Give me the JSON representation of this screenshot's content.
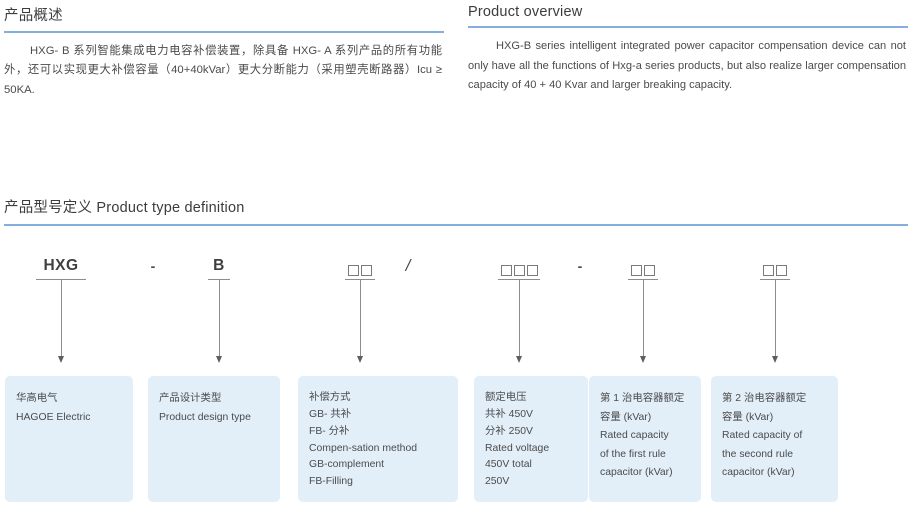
{
  "overview": {
    "left": {
      "title": "产品概述",
      "body": "HXG- B 系列智能集成电力电容补偿装置，除具备 HXG- A 系列产品的所有功能外，还可以实现更大补偿容量（40+40kVar）更大分断能力（采用塑壳断路器）Icu ≥ 50KA."
    },
    "right": {
      "title": "Product overview",
      "body": "HXG-B series intelligent integrated power capacitor compensation device can not only have all the functions of Hxg-a series products, but also realize larger compensation capacity of 40 + 40 Kvar and larger breaking capacity."
    }
  },
  "typedef": {
    "title": "产品型号定义 Product type definition",
    "code": [
      {
        "name": "brand",
        "kind": "text",
        "label": "HXG",
        "underline": true
      },
      {
        "name": "separator-1",
        "kind": "dash",
        "label": "-",
        "underline": false
      },
      {
        "name": "design-type",
        "kind": "text",
        "label": "B",
        "underline": true
      },
      {
        "name": "compensation-method",
        "kind": "squares",
        "squares": 2,
        "underline": true
      },
      {
        "name": "separator-slash",
        "kind": "slash",
        "label": "/",
        "underline": false
      },
      {
        "name": "rated-voltage",
        "kind": "squares",
        "squares": 3,
        "underline": true
      },
      {
        "name": "separator-2",
        "kind": "dash",
        "label": "-",
        "underline": false
      },
      {
        "name": "first-capacitor",
        "kind": "squares",
        "squares": 2,
        "underline": true
      },
      {
        "name": "second-capacitor",
        "kind": "squares",
        "squares": 2,
        "underline": true
      }
    ],
    "boxes": [
      {
        "name": "brand",
        "lines": [
          "华高电气",
          "HAGOE Electric"
        ]
      },
      {
        "name": "design-type",
        "lines": [
          "产品设计类型",
          "Product design type"
        ]
      },
      {
        "name": "compensation-method",
        "lines": [
          "补偿方式",
          "GB- 共补",
          "FB- 分补",
          "Compen-sation method",
          "GB-complement",
          "FB-Filling"
        ]
      },
      {
        "name": "rated-voltage",
        "lines": [
          "额定电压",
          "共补 450V",
          "分补 250V",
          "Rated voltage",
          "450V total",
          "250V"
        ]
      },
      {
        "name": "first-capacitor",
        "lines": [
          "第 1 治电容器额定",
          "容量 (kVar)",
          "Rated capacity",
          "of the first rule",
          "capacitor (kVar)"
        ]
      },
      {
        "name": "second-capacitor",
        "lines": [
          "第 2 治电容器额定",
          "容量 (kVar)",
          "Rated capacity of",
          "the second rule",
          "capacitor (kVar)"
        ]
      }
    ]
  },
  "colors": {
    "rule": "#84aedd",
    "box_bg": "#e2eff9",
    "text": "#4b4b4b",
    "line": "#8d8d8d"
  }
}
